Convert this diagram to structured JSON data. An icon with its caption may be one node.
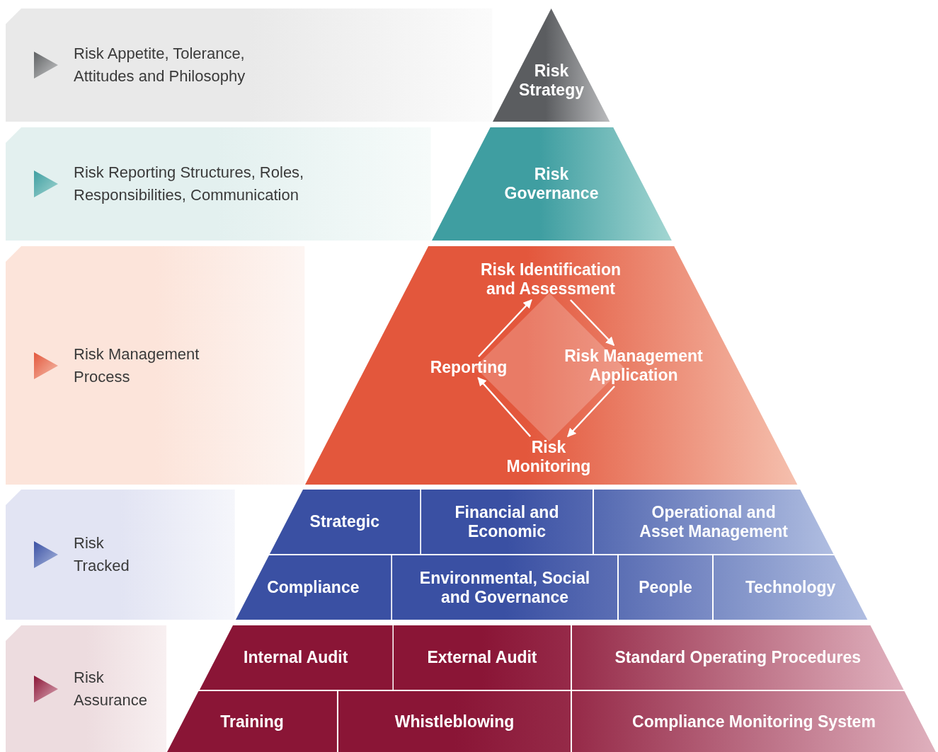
{
  "diagram": {
    "nodes": [
      {
        "text": [
          "Risk Appetite, Tolerance, Attitudes and Philosophy"
        ]
      },
      {
        "text": [
          "Risk Strategy"
        ]
      },
      {
        "text": [
          "Risk Reporting Structures, Roles, Responsibilities, Communication"
        ]
      },
      {
        "text": [
          "Risk Governance"
        ]
      },
      {
        "text": [
          "Risk Management Process"
        ]
      },
      {
        "text": [],
        "shape": "trapezoid"
      },
      {
        "text": [],
        "shape": "diamond",
        "in": 5
      },
      {
        "text": [
          "Risk Identification and Assessment"
        ],
        "in": 5
      },
      {
        "text": [
          "Risk Management Application"
        ],
        "in": 5
      },
      {
        "text": [
          "Risk Monitoring"
        ],
        "in": 5
      },
      {
        "text": [
          "Reporting"
        ],
        "in": 5
      },
      {
        "text": [
          "Risk Tracked"
        ]
      },
      {
        "text": [
          "Strategic"
        ]
      },
      {
        "text": [
          "Financial and Economic"
        ]
      },
      {
        "text": [
          "Operational and Asset Management"
        ]
      },
      {
        "text": [
          "Compliance"
        ]
      },
      {
        "text": [
          "Environmental, Social and Governance"
        ]
      },
      {
        "text": [
          "People"
        ]
      },
      {
        "text": [
          "Technology"
        ]
      },
      {
        "text": [
          "Risk Assurance"
        ]
      },
      {
        "text": [
          "Internal Audit"
        ]
      },
      {
        "text": [
          "External Audit"
        ]
      },
      {
        "text": [
          "Standard Operating Procedures"
        ]
      },
      {
        "text": [
          "Training"
        ]
      },
      {
        "text": [
          "Whistleblowing"
        ]
      },
      {
        "text": [
          "Compliance Monitoring System"
        ]
      }
    ],
    "edges": [
      {
        "from": 7,
        "to": 8,
        "arrow": "to"
      },
      {
        "from": 8,
        "to": 9,
        "arrow": "to"
      },
      {
        "from": 9,
        "to": 10,
        "arrow": "to"
      },
      {
        "from": 10,
        "to": 7,
        "arrow": "to"
      }
    ]
  }
}
